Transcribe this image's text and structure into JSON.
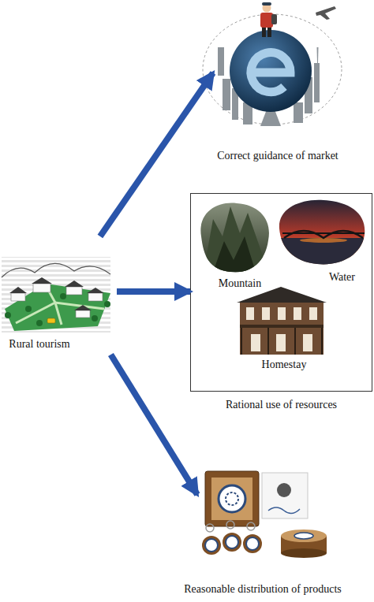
{
  "diagram": {
    "nodes": [
      {
        "text": [
          "Rural tourism"
        ]
      },
      {
        "text": [
          "Correct guidance of market"
        ]
      },
      {
        "text": [
          "Rational use of resources"
        ]
      },
      {
        "text": [
          "Mountain"
        ],
        "in": 2
      },
      {
        "text": [
          "Water"
        ],
        "in": 2
      },
      {
        "text": [
          "Homestay"
        ],
        "in": 2
      },
      {
        "text": [
          "Reasonable distribution of products"
        ]
      }
    ],
    "edges": [
      {
        "from": 0,
        "to": 1,
        "arrow": "to"
      },
      {
        "from": 0,
        "to": 2,
        "arrow": "to"
      },
      {
        "from": 0,
        "to": 6,
        "arrow": "to"
      }
    ]
  }
}
